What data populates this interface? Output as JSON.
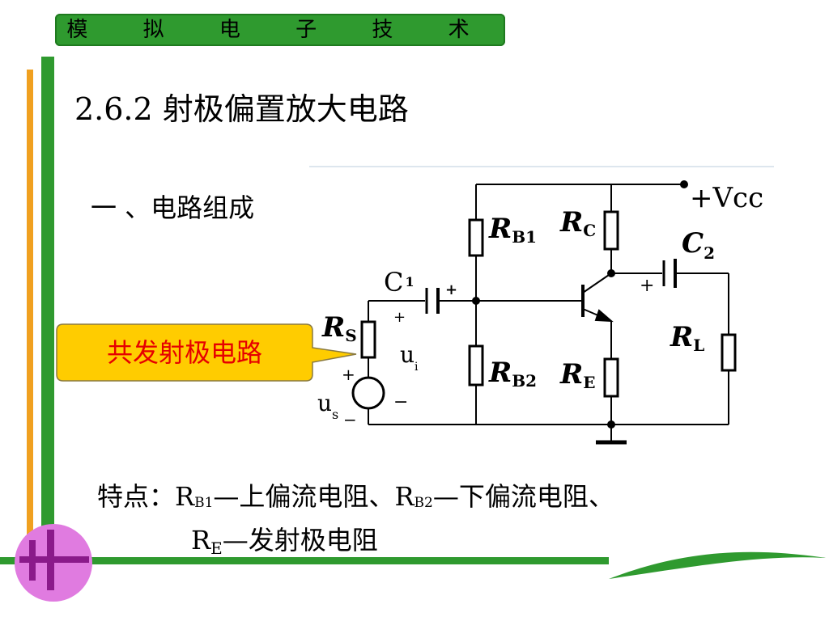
{
  "header": {
    "title": "模 拟 电 子 技 术"
  },
  "page": {
    "title": "2.6.2 射极偏置放大电路"
  },
  "section": {
    "heading": "一 、电路组成"
  },
  "callout": {
    "label": "共发射极电路"
  },
  "circuit": {
    "supply": "+Vcc",
    "c1": {
      "letter": "C",
      "sub": "1"
    },
    "c2": {
      "letter": "C",
      "sub": "2"
    },
    "rb1": {
      "letter": "R",
      "sub": "B1"
    },
    "rb2": {
      "letter": "R",
      "sub": "B2"
    },
    "rc": {
      "letter": "R",
      "sub": "C"
    },
    "re": {
      "letter": "R",
      "sub": "E"
    },
    "rl": {
      "letter": "R",
      "sub": "L"
    },
    "rs": {
      "letter": "R",
      "sub": "S"
    },
    "ui": {
      "letter": "u",
      "sub": "i"
    },
    "us": {
      "letter": "u",
      "sub": "s"
    },
    "plus": "+",
    "minus": "−"
  },
  "features": {
    "prefix": "特点：",
    "rb1_letter": "R",
    "rb1_sub": "B1",
    "rb1_desc": "—上偏流电阻、",
    "rb2_letter": "R",
    "rb2_sub": "B2",
    "rb2_desc": "—下偏流电阻、",
    "re_letter": "R",
    "re_sub": "E",
    "re_desc": "—发射极电阻"
  },
  "colors": {
    "green": "#2f9a2f",
    "dark_green": "#1f7a1f",
    "orange": "#f0a020",
    "callout_fill": "#ffcc00",
    "callout_text": "#e60000",
    "magenta": "#e07be0",
    "magenta_dark": "#8a1a8a"
  }
}
